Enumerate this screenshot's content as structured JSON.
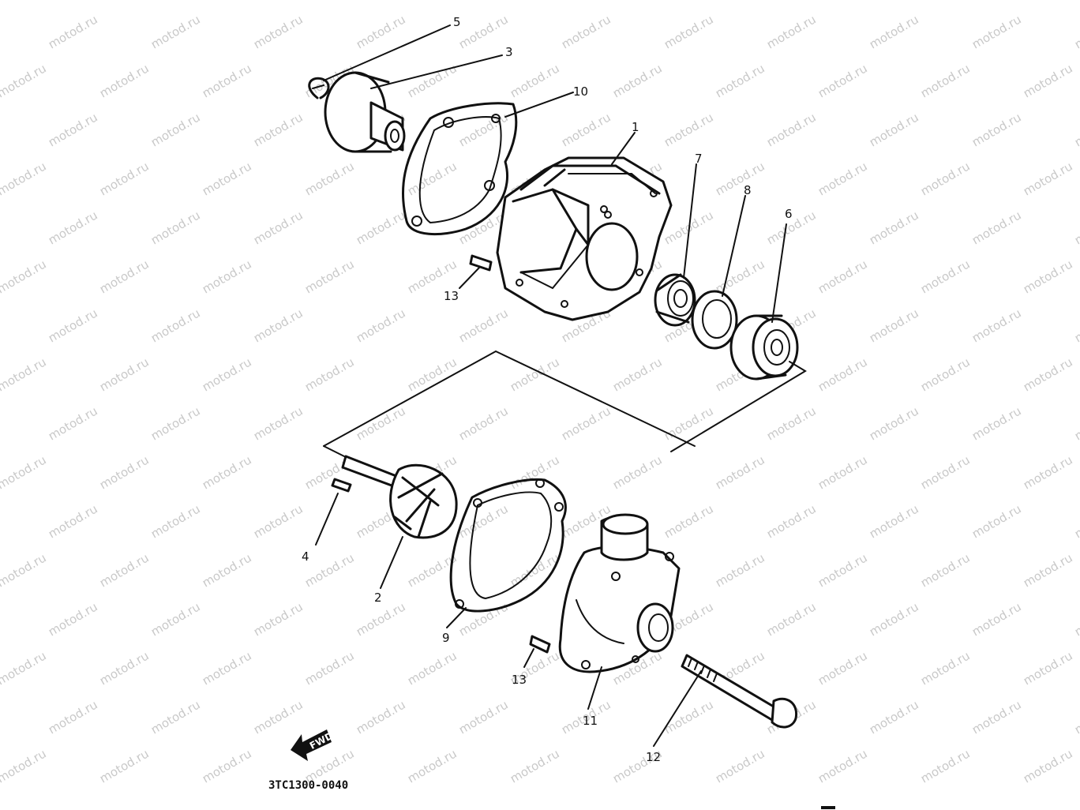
{
  "diagram": {
    "watermark": "motod.ru",
    "part_code": "3TC1300-0040",
    "direction_badge": "FWD",
    "callouts": [
      {
        "key": "c5",
        "number": "5"
      },
      {
        "key": "c3",
        "number": "3"
      },
      {
        "key": "c10",
        "number": "10"
      },
      {
        "key": "c1",
        "number": "1"
      },
      {
        "key": "c7",
        "number": "7"
      },
      {
        "key": "c8",
        "number": "8"
      },
      {
        "key": "c6",
        "number": "6"
      },
      {
        "key": "c13a",
        "number": "13"
      },
      {
        "key": "c4",
        "number": "4"
      },
      {
        "key": "c2",
        "number": "2"
      },
      {
        "key": "c9",
        "number": "9"
      },
      {
        "key": "c13b",
        "number": "13"
      },
      {
        "key": "c11",
        "number": "11"
      },
      {
        "key": "c12",
        "number": "12"
      }
    ]
  }
}
